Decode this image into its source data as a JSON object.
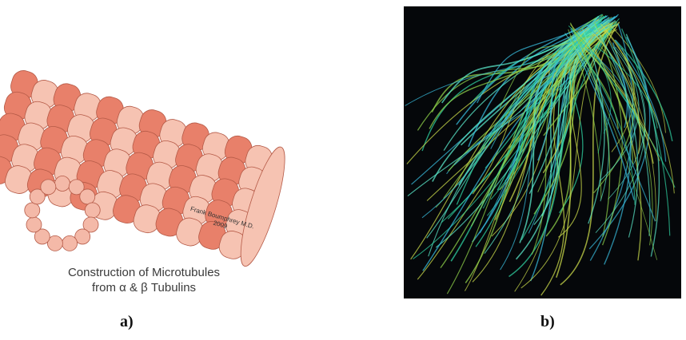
{
  "panel_a": {
    "caption_line1": "Construction of Microtubules",
    "caption_line2": "from α & β Tubulins",
    "credit_line1": "Frank Boumphrey M.D.",
    "credit_line2": "2009",
    "label": "a)",
    "colors": {
      "alpha_tubulin": "#e8806a",
      "beta_tubulin": "#f6c3b2",
      "outline": "#b55a47",
      "ring": "#f4b9a8"
    },
    "ring_subunits": 13
  },
  "panel_b": {
    "label": "b)",
    "colors": {
      "background": "#05070a",
      "filaments": [
        "#2fd0a0",
        "#37b8d8",
        "#8fd24a",
        "#c8d84a",
        "#5ae6c8"
      ]
    }
  }
}
